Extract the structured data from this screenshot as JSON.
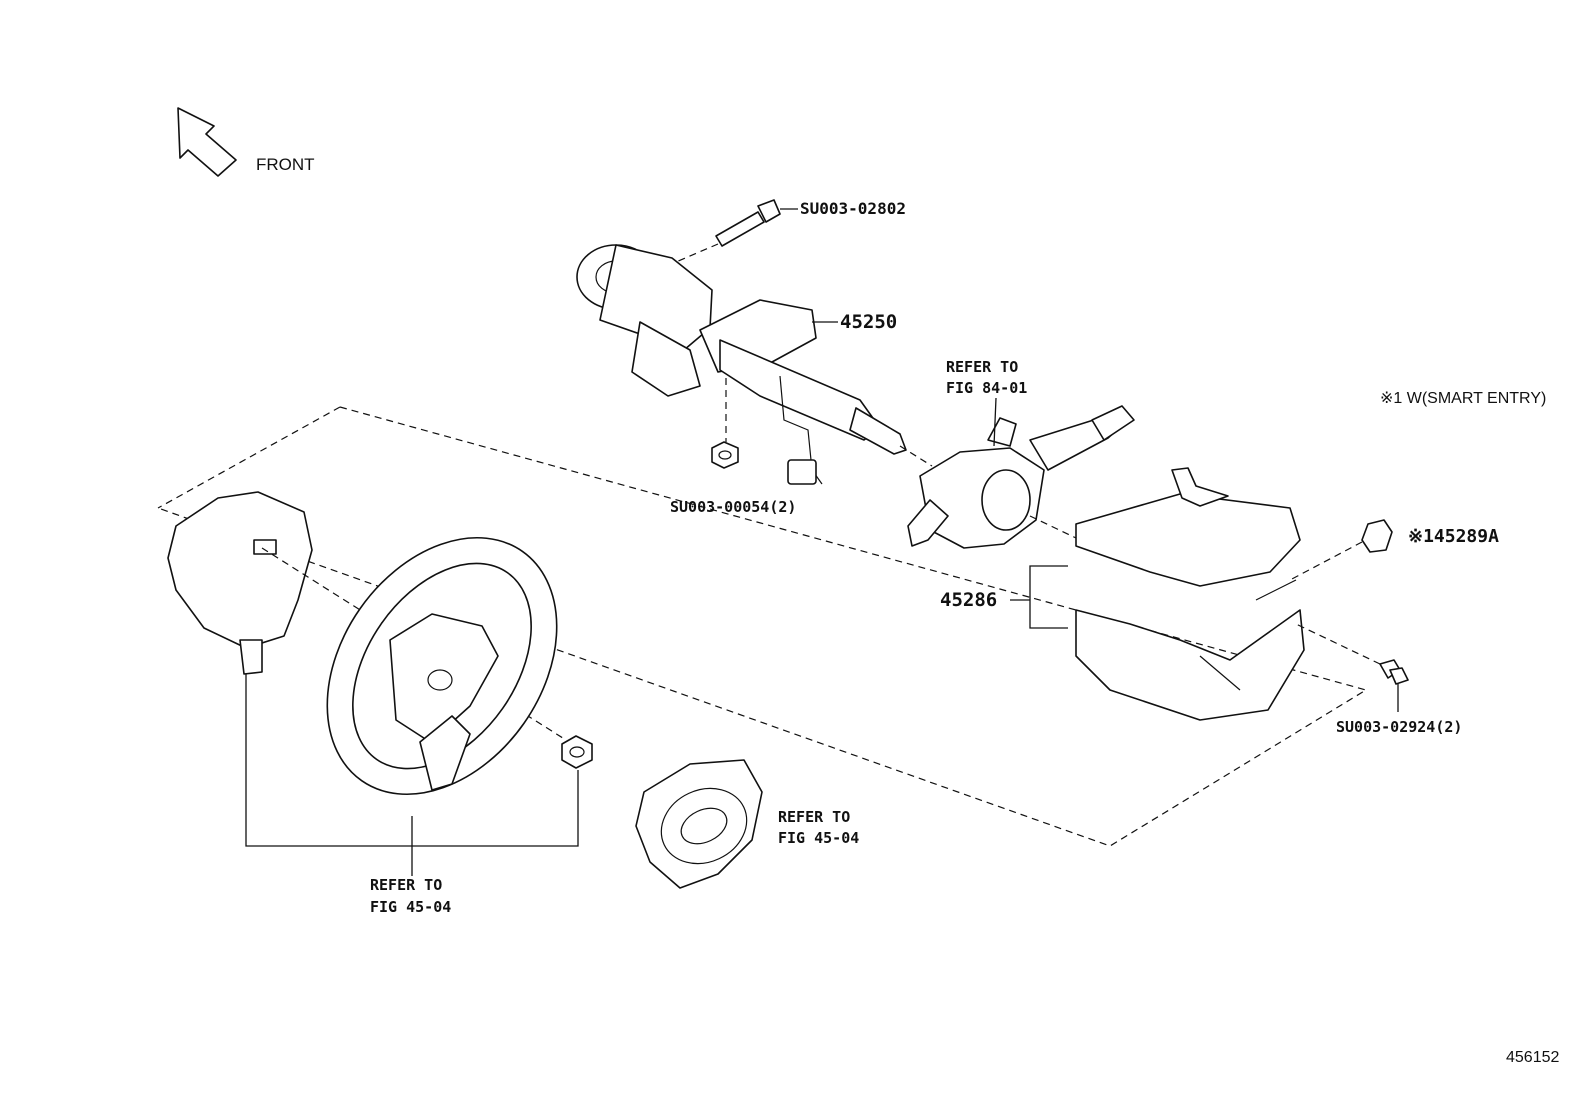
{
  "front_label": "FRONT",
  "note": "※1 W(SMART ENTRY)",
  "parts": {
    "bolt_top": "SU003-02802",
    "column": "45250",
    "nut_column": "SU003-00054(2)",
    "cover": "45286",
    "clip": "※145289A",
    "screw": "SU003-02924(2)"
  },
  "references": {
    "switch_line1": "REFER TO",
    "switch_line2": "FIG 84-01",
    "wheel_line1": "REFER TO",
    "wheel_line2": "FIG 45-04",
    "pad_line1": "REFER TO",
    "pad_line2": "FIG 45-04"
  },
  "diagram_id": "456152"
}
